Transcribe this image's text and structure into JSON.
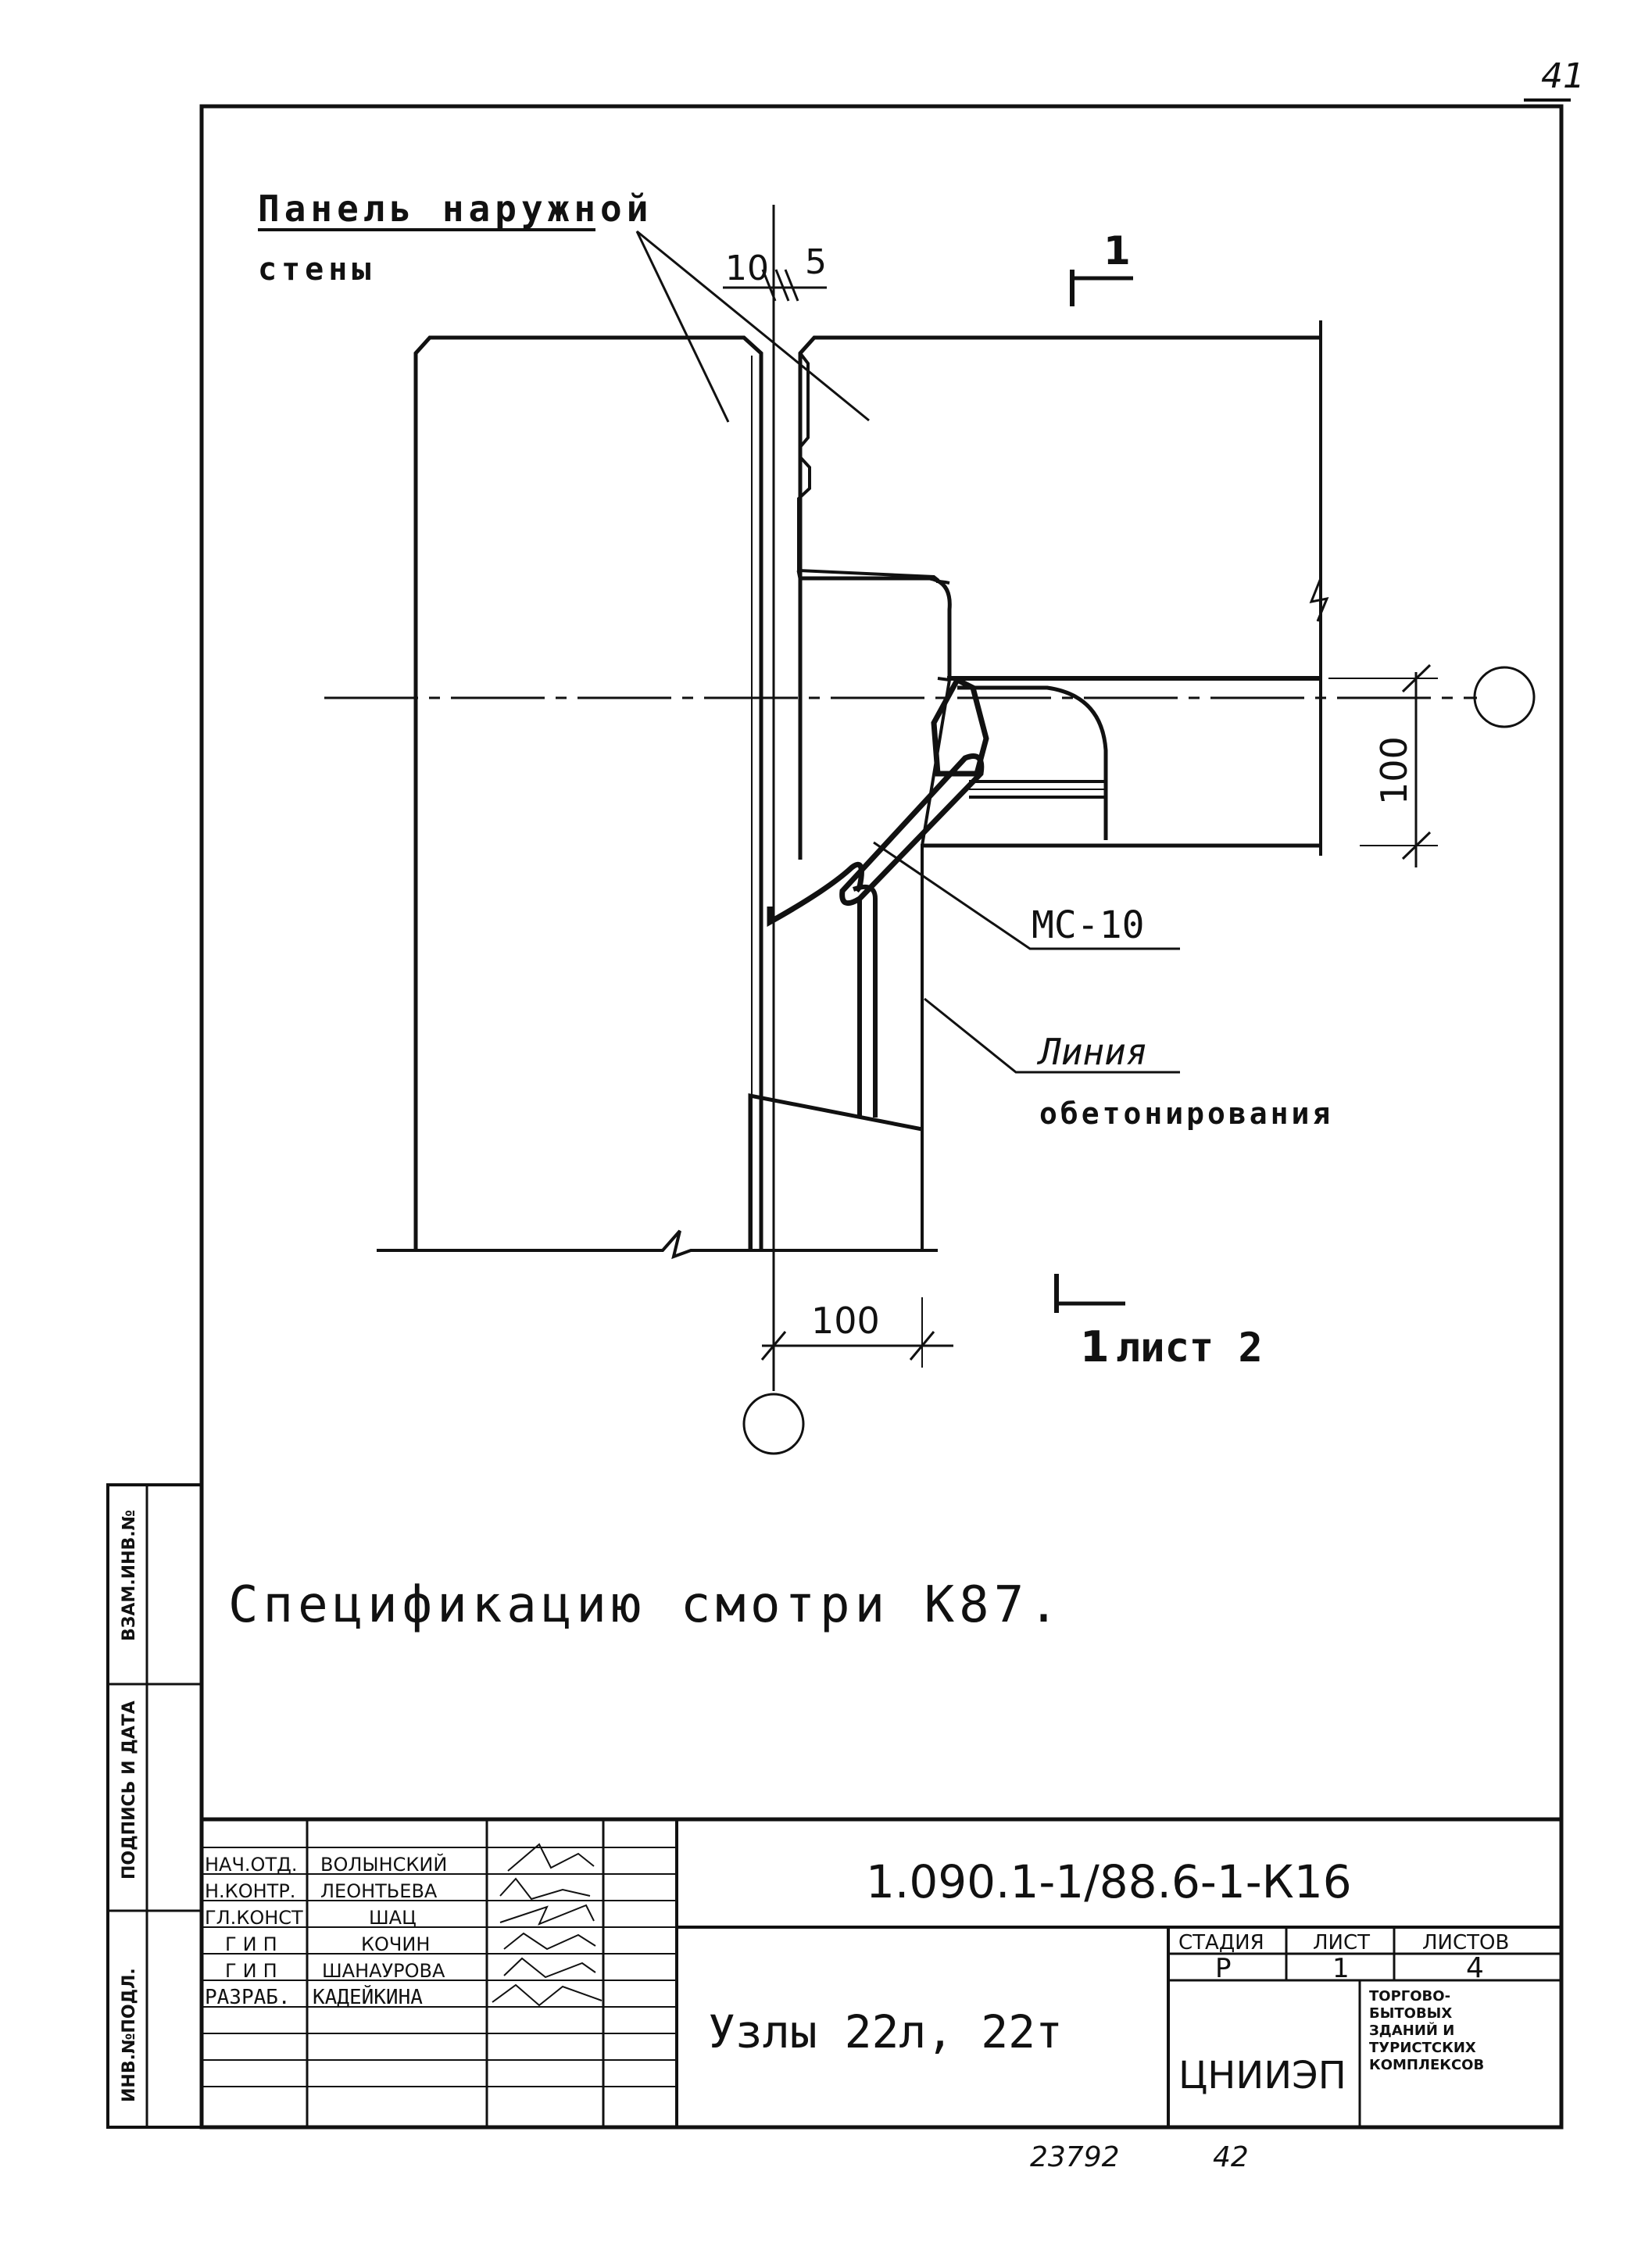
{
  "page_number": "41",
  "drawing": {
    "label_panel_line1": "Панель наружной",
    "label_panel_line2": "стены",
    "dim_gap_left": "10",
    "dim_gap_right": "5",
    "dim_vertical_100": "100",
    "dim_horizontal_100": "100",
    "label_mc": "МС-10",
    "label_line1": "Линия",
    "label_line2": "обетонирования",
    "section_mark_top": "1",
    "section_mark_bottom_num": "1",
    "section_mark_bottom_ref": "лист 2"
  },
  "note": "Спецификацию смотри К87.",
  "left_strip": {
    "vzam_inv": "ВЗАМ.ИНВ.№",
    "podpis_data": "ПОДПИСЬ И ДАТА",
    "inv_podl": "ИНВ.№ПОДЛ."
  },
  "title_block": {
    "code": "1.090.1-1/88.6-1-К16",
    "rows": [
      {
        "role": "НАЧ.ОТД.",
        "name": "ВОЛЫНСКИЙ"
      },
      {
        "role": "Н.КОНТР.",
        "name": "ЛЕОНТЬЕВА"
      },
      {
        "role": "ГЛ.КОНСТ",
        "name": "ШАЦ"
      },
      {
        "role": "ГИП",
        "name": "КОЧИН"
      },
      {
        "role": "ГИП",
        "name": "ШАНАУРОВА"
      },
      {
        "role": "РАЗРАБ.",
        "name": "КАДЕЙКИНА"
      }
    ],
    "title": "Узлы 22л, 22т",
    "stage_header": "СТАДИЯ",
    "sheet_header": "ЛИСТ",
    "sheets_header": "ЛИСТОВ",
    "stage": "Р",
    "sheet": "1",
    "sheets": "4",
    "org": "ЦНИИЭП",
    "org_desc1": "ТОРГОВО-",
    "org_desc2": "БЫТОВЫХ",
    "org_desc3": "ЗДАНИЙ И",
    "org_desc4": "ТУРИСТСКИХ",
    "org_desc5": "КОМПЛЕКСОВ"
  },
  "footer_left": "23792",
  "footer_right": "42"
}
